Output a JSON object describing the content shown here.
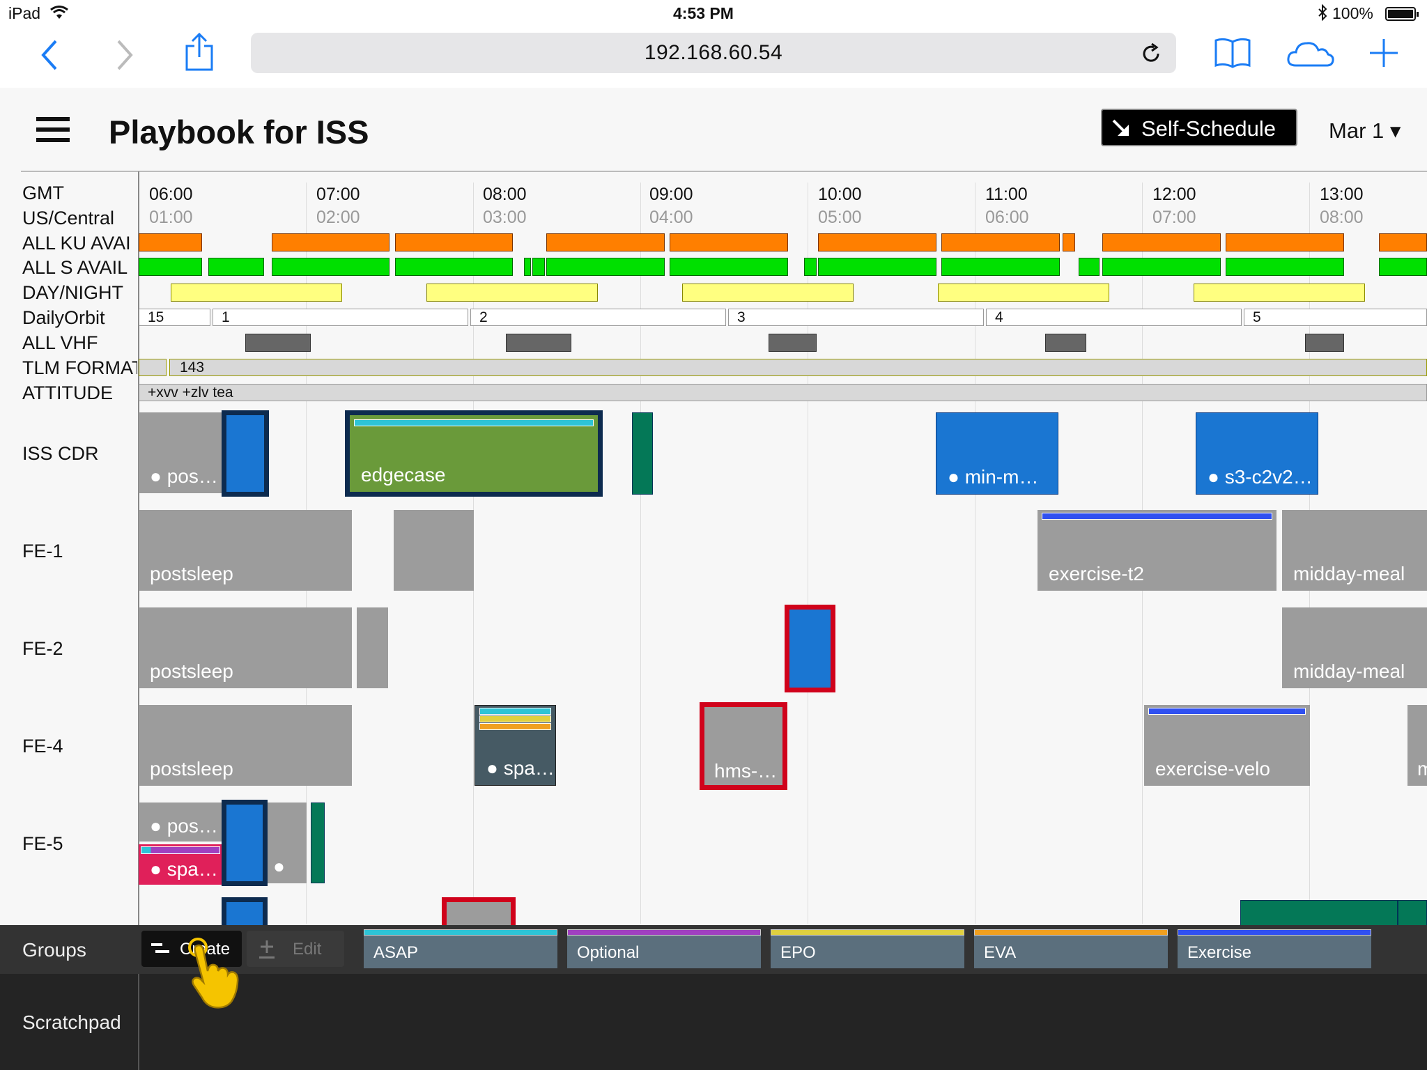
{
  "status_bar": {
    "device": "iPad",
    "time": "4:53 PM",
    "battery": "100%",
    "icons": [
      "wifi-icon",
      "bluetooth-icon",
      "battery-icon"
    ]
  },
  "browser": {
    "url": "192.168.60.54",
    "icons": [
      "back-icon",
      "forward-icon",
      "share-icon",
      "reload-icon",
      "bookmarks-icon",
      "cloud-tabs-icon",
      "new-tab-icon"
    ]
  },
  "app": {
    "title": "Playbook for ISS",
    "self_schedule": "Self-Schedule",
    "date": "Mar 1 ▾"
  },
  "colors": {
    "accent": "#1a7cf5",
    "ku": "#ff7f00",
    "s_band": "#00e000",
    "day_night": "#ffff80",
    "activity_blue": "#1a76d2",
    "activity_green": "#6a9a3a",
    "selected_red": "#d0021b"
  },
  "timeline": {
    "row_labels": [
      "GMT",
      "US/Central",
      "ALL KU AVAI",
      "ALL S AVAIL",
      "DAY/NIGHT",
      "DailyOrbit",
      "ALL VHF",
      "TLM FORMAT",
      "ATTITUDE"
    ],
    "crew_rows": [
      "ISS CDR",
      "FE-1",
      "FE-2",
      "FE-4",
      "FE-5"
    ],
    "gmt_ticks": [
      "06:00",
      "07:00",
      "08:00",
      "09:00",
      "10:00",
      "11:00",
      "12:00",
      "13:00"
    ],
    "local_ticks": [
      "01:00",
      "02:00",
      "03:00",
      "04:00",
      "05:00",
      "06:00",
      "07:00",
      "08:00"
    ],
    "orbits": [
      "15",
      "1",
      "2",
      "3",
      "4",
      "5"
    ],
    "tlm_format": "143",
    "attitude": "+xvv +zlv tea"
  },
  "activities": {
    "cdr_pos": "● pos…",
    "edgecase": "edgecase",
    "min_m": "● min-m…",
    "s3": "● s3-c2v2…",
    "postsleep": "postsleep",
    "exercise_t2": "exercise-t2",
    "midday_meal": "midday-meal",
    "spa": "● spa…",
    "hms": "hms-…",
    "exercise_velo": "exercise-velo",
    "fe5_pos": "● pos…",
    "fe5_spa": "● spa…",
    "dot": "●",
    "m_cut": "m"
  },
  "groups": {
    "label": "Groups",
    "create": "Create",
    "edit": "Edit",
    "chips": [
      {
        "label": "ASAP",
        "color": "#2ec4d6"
      },
      {
        "label": "Optional",
        "color": "#a040c0"
      },
      {
        "label": "EPO",
        "color": "#e0d040"
      },
      {
        "label": "EVA",
        "color": "#f0a020"
      },
      {
        "label": "Exercise",
        "color": "#3050f0"
      }
    ]
  },
  "scratchpad": {
    "label": "Scratchpad"
  }
}
